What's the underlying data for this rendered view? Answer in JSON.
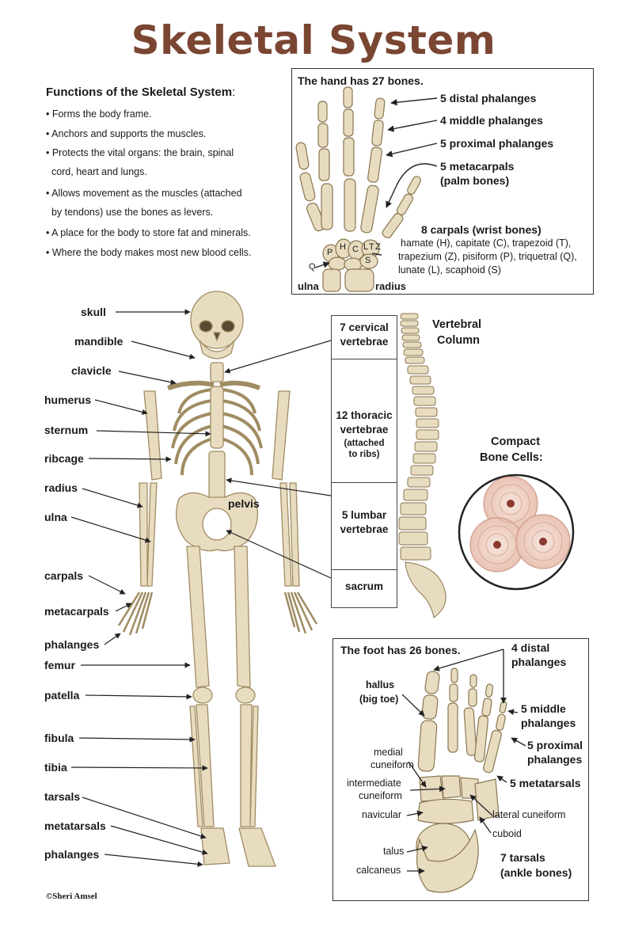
{
  "title": "Skeletal System",
  "functions": {
    "heading": "Functions of the Skeletal System",
    "heading_suffix": ":",
    "items": [
      "• Forms the body frame.",
      "• Anchors and supports the muscles.",
      "• Protects the vital organs: the brain, spinal",
      "  cord, heart and lungs.",
      "• Allows movement as the muscles (attached",
      "  by tendons) use the bones as levers.",
      "• A place for the body to store fat and minerals.",
      "• Where the body makes most new blood cells."
    ]
  },
  "hand": {
    "heading": "The hand has 27 bones.",
    "distal": "5 distal phalanges",
    "middle": "4 middle phalanges",
    "proximal": "5 proximal phalanges",
    "metacarpals": "5 metacarpals",
    "metacarpals_sub": "(palm bones)",
    "carpals": "8 carpals (wrist bones)",
    "carpals_line1": "hamate (H), capitate (C), trapezoid (T),",
    "carpals_line2": "trapezium (Z), pisiform (P), triquetral (Q),",
    "carpals_line3": "lunate (L), scaphoid (S)",
    "ulna": "ulna",
    "radius": "radius",
    "letters": {
      "P": "P",
      "H": "H",
      "C": "C",
      "L": "L",
      "T": "T",
      "Z": "Z",
      "S": "S",
      "Q": "Q"
    }
  },
  "skeleton_labels": {
    "skull": "skull",
    "mandible": "mandible",
    "clavicle": "clavicle",
    "humerus": "humerus",
    "sternum": "sternum",
    "ribcage": "ribcage",
    "radius": "radius",
    "ulna": "ulna",
    "carpals": "carpals",
    "metacarpals": "metacarpals",
    "phalanges_hand": "phalanges",
    "femur": "femur",
    "patella": "patella",
    "fibula": "fibula",
    "tibia": "tibia",
    "tarsals": "tarsals",
    "metatarsals": "metatarsals",
    "phalanges_foot": "phalanges",
    "pelvis": "pelvis"
  },
  "vertebral": {
    "title_line1": "Vertebral",
    "title_line2": "Column",
    "cervical_1": "7 cervical",
    "cervical_2": "vertebrae",
    "thoracic_1": "12 thoracic",
    "thoracic_2": "vertebrae",
    "thoracic_3": "(attached",
    "thoracic_4": "to ribs)",
    "lumbar_1": "5 lumbar",
    "lumbar_2": "vertebrae",
    "sacrum": "sacrum"
  },
  "compact": {
    "line1": "Compact",
    "line2": "Bone Cells:"
  },
  "foot": {
    "heading": "The foot has 26 bones.",
    "distal_1": "4 distal",
    "distal_2": "phalanges",
    "hallux_1": "hallus",
    "hallux_2": "(big toe)",
    "middle_1": "5 middle",
    "middle_2": "phalanges",
    "proximal_1": "5 proximal",
    "proximal_2": "phalanges",
    "metatarsals": "5 metatarsals",
    "medial_1": "medial",
    "medial_2": "cuneiform",
    "intermediate_1": "intermediate",
    "intermediate_2": "cuneiform",
    "navicular": "navicular",
    "lateral": "lateral cuneiform",
    "cuboid": "cuboid",
    "talus": "talus",
    "calcaneus": "calcaneus",
    "tarsals_1": "7 tarsals",
    "tarsals_2": "(ankle bones)"
  },
  "copyright": "©Sheri Amsel",
  "colors": {
    "title": "#7a4632",
    "bone": "#e8dcc0",
    "bone_shadow": "#b8a47c",
    "cell": "#f1d6cc"
  }
}
